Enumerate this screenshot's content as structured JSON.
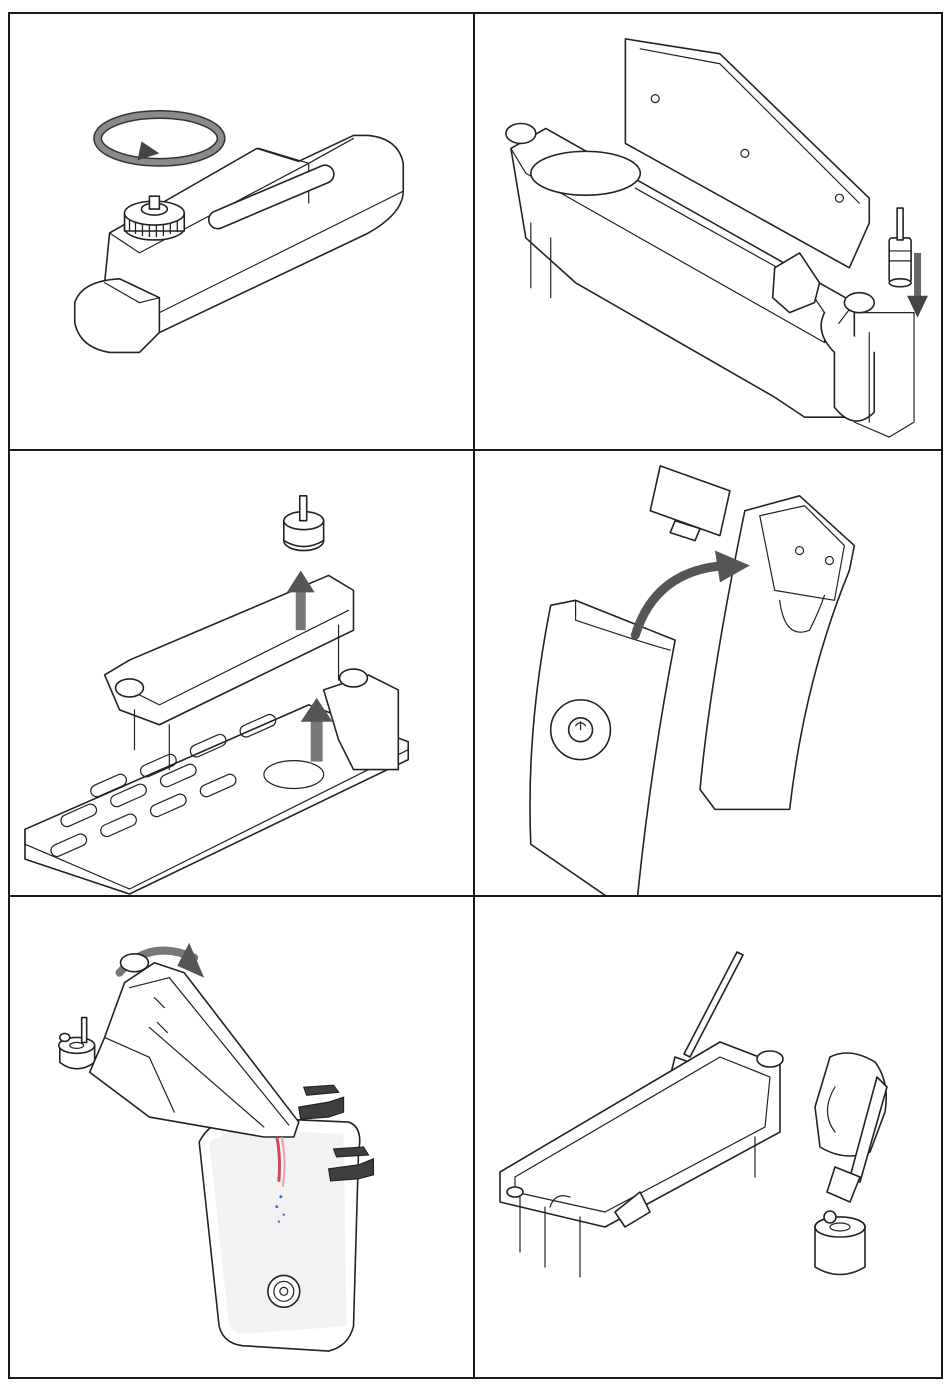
{
  "panels": [
    {
      "id": 1,
      "icons": [
        "rotate-arrow-icon",
        "water-tank-illustration",
        "tank-cap-knob"
      ]
    },
    {
      "id": 2,
      "icons": [
        "open-base-illustration",
        "atomizer-pin",
        "down-arrow-icon"
      ]
    },
    {
      "id": 3,
      "icons": [
        "tray-assembly-illustration",
        "up-arrow-icon",
        "up-arrow-icon"
      ]
    },
    {
      "id": 4,
      "icons": [
        "remote-control-illustration",
        "battery-cover",
        "curved-arrow-icon"
      ]
    },
    {
      "id": 5,
      "icons": [
        "tilt-arrow-icon",
        "sink-illustration",
        "water-stream"
      ]
    },
    {
      "id": 6,
      "icons": [
        "cleaning-brush-icon",
        "basin-illustration",
        "hand-brush-illustration"
      ]
    }
  ],
  "colors": {
    "line": "#222222",
    "arrow": "#8a8a8a",
    "faucet": "#3f3f3f",
    "water": "#d2455a"
  }
}
